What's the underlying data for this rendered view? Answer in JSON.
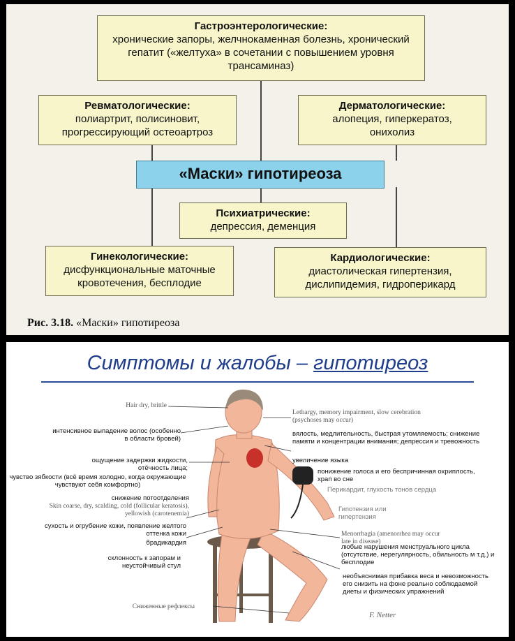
{
  "diagram": {
    "gastro": {
      "title": "Гастроэнтерологические:",
      "desc": "хронические запоры, желчнокаменная болезнь, хронический гепатит («желтуха» в сочетании с повышением уровня трансаминаз)"
    },
    "rheum": {
      "title": "Ревматологические:",
      "desc": "полиартрит, полисиновит, прогрессирующий остеоартроз"
    },
    "derm": {
      "title": "Дерматологические:",
      "desc": "алопеция, гиперкератоз, онихолиз"
    },
    "center": "«Маски» гипотиреоза",
    "psych": {
      "title": "Психиатрические:",
      "desc": "депрессия, деменция"
    },
    "gyn": {
      "title": "Гинекологические:",
      "desc": "дисфункциональные маточные кровотечения, бесплодие"
    },
    "cardio": {
      "title": "Кардиологические:",
      "desc": "диастолическая гипертензия, дислипидемия, гидроперикард"
    },
    "caption_num": "Рис. 3.18.",
    "caption_text": "«Маски» гипотиреоза"
  },
  "slide": {
    "title_a": "Симптомы и жалобы – ",
    "title_b": "гипотиреоз",
    "left_labels": [
      "Hair dry, brittle",
      "интенсивное выпадение волос (особенно в области бровей)",
      "ощущение задержки жидкости, отёчность лица;",
      "чувство зябкости (всё время холодно, когда окружающие чувствуют себя комфортно)",
      "снижение потоотделения",
      "Skin coarse, dry, scalding, cold (follicular keratosis), yellowish (carotenemia)",
      "сухость и огрубение кожи, появление желтого оттенка кожи",
      "брадикардия",
      "склонность к запорам и неустойчивый стул",
      "Сниженные рефлексы"
    ],
    "right_labels": [
      "Lethargy, memory impairment, slow cerebration (psychoses may occur)",
      "вялость, медлительность, быстрая утомляемость; снижение памяти и концентрации внимания; депрессия и тревожность",
      "увеличение языка",
      "понижение голоса и его беспричинная охриплость, храп во сне",
      "Перикардит, глухость тонов сердца",
      "Гипотензия или гипертензия",
      "Menorrhagia (amenorrhea may occur late in disease)",
      "любые нарушения менструального цикла (отсутствие, нерегулярность, обильность м т.д.) и бесплодие",
      "необъяснимая прибавка веса и невозможность его снизить на фоне реально соблюдаемой диеты и физических упражнений"
    ],
    "signature": "F. Netter",
    "colors": {
      "title": "#1f3d8a",
      "skin": "#f2b69a",
      "stool": "#6b5a4a"
    }
  }
}
